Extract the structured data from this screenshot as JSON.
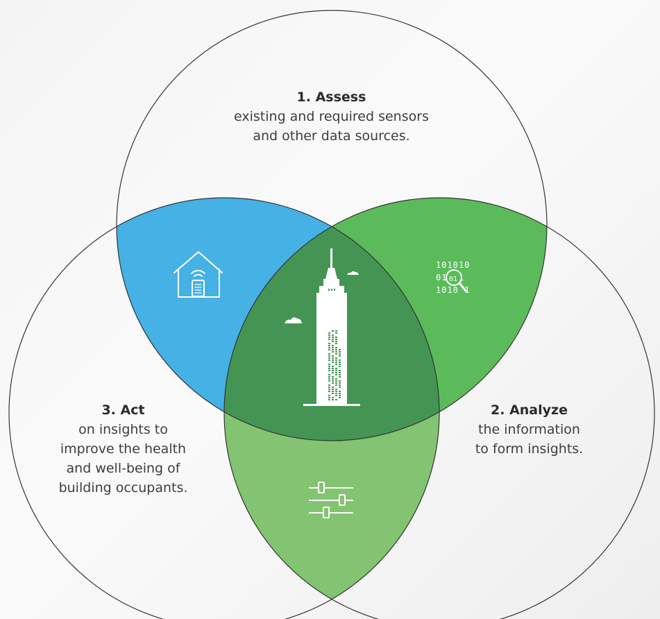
{
  "diagram": {
    "steps": [
      {
        "title": "1. Assess",
        "lines": [
          "existing and required sensors",
          "and other data sources."
        ]
      },
      {
        "title": "2. Analyze",
        "lines": [
          "the information",
          "to form insights."
        ]
      },
      {
        "title": "3. Act",
        "lines": [
          "on insights to",
          "improve the health",
          "and well-being of",
          "building occupants."
        ]
      }
    ],
    "icons": {
      "assess_act_overlap": "smart-home-icon",
      "assess_analyze_overlap": "binary-data-search-icon",
      "analyze_act_overlap": "sliders-icon",
      "center": "skyscraper-icon"
    },
    "colors": {
      "assess_act_overlap": "#45b1e4",
      "assess_analyze_overlap": "#5bbb5b",
      "analyze_act_overlap": "#82c471",
      "center": "#449554",
      "circle_stroke": "#333333",
      "icon": "#ffffff"
    }
  }
}
